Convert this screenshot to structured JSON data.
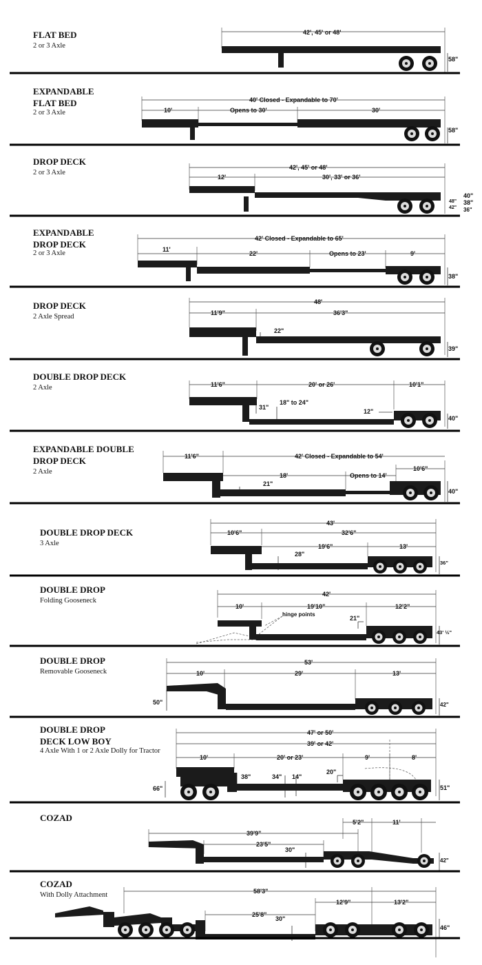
{
  "trailers": [
    {
      "title": "FLAT BED",
      "subtitle": "2 or 3 Axle",
      "dims": [
        "42', 45' or 48'",
        "58\""
      ]
    },
    {
      "title": "EXPANDABLE\nFLAT BED",
      "subtitle": "2 or 3 Axle",
      "dims": [
        "40' Closed - Expandable to 70'",
        "10'",
        "Opens to 30'",
        "30'",
        "58\""
      ]
    },
    {
      "title": "DROP DECK",
      "subtitle": "2 or 3 Axle",
      "dims": [
        "42', 45' or 48'",
        "12'",
        "30', 33' or 36'",
        "40\"",
        "38\"",
        "36\"",
        "48\"",
        "42\""
      ]
    },
    {
      "title": "EXPANDABLE\nDROP DECK",
      "subtitle": "2 or 3 Axle",
      "dims": [
        "42' Closed - Expandable to 65'",
        "11'",
        "22'",
        "Opens to 23'",
        "9'",
        "38\""
      ]
    },
    {
      "title": "DROP DECK",
      "subtitle": "2 Axle Spread",
      "dims": [
        "48'",
        "11'9\"",
        "36'3\"",
        "22\"",
        "39\""
      ]
    },
    {
      "title": "DOUBLE DROP DECK",
      "subtitle": "2 Axle",
      "dims": [
        "11'6\"",
        "20' or 26'",
        "10'1\"",
        "31\"",
        "18\" to 24\"",
        "12\"",
        "40\""
      ]
    },
    {
      "title": "EXPANDABLE DOUBLE\nDROP DECK",
      "subtitle": "2 Axle",
      "dims": [
        "11'6\"",
        "42' Closed - Expandable to 54'",
        "10'6\"",
        "18'",
        "Opens to 14'",
        "21\"",
        "40\""
      ]
    },
    {
      "title": "DOUBLE DROP DECK",
      "subtitle": "3 Axle",
      "dims": [
        "43'",
        "10'6\"",
        "32'6\"",
        "19'6\"",
        "13'",
        "28\"",
        "36\""
      ]
    },
    {
      "title": "DOUBLE DROP",
      "subtitle": "Folding Gooseneck",
      "dims": [
        "42'",
        "10'",
        "19'10\"",
        "12'2\"",
        "hinge points",
        "21\"",
        "43' ½\""
      ]
    },
    {
      "title": "DOUBLE DROP",
      "subtitle": "Removable Gooseneck",
      "dims": [
        "53'",
        "10'",
        "29'",
        "13'",
        "50\"",
        "42\""
      ]
    },
    {
      "title": "DOUBLE DROP\nDECK LOW BOY",
      "subtitle": "4 Axle With 1 or 2 Axle Dolly for Tractor",
      "dims": [
        "47' or 50'",
        "39' or 42'",
        "10'",
        "20' or 23'",
        "9'",
        "8'",
        "38\"",
        "34\"",
        "14\"",
        "20\"",
        "66\"",
        "51\""
      ]
    },
    {
      "title": "COZAD",
      "subtitle": "",
      "dims": [
        "5'2\"",
        "11'",
        "39'9\"",
        "23'5\"",
        "30\"",
        "42\""
      ]
    },
    {
      "title": "COZAD",
      "subtitle": "With Dolly Attachment",
      "dims": [
        "58'3\"",
        "12'9\"",
        "13'2\"",
        "25'8\"",
        "30\"",
        "46\""
      ]
    }
  ],
  "colors": {
    "ink": "#111111",
    "rule": "#000000",
    "dimension_line": "#333333",
    "wheel_hub": "#dddddd"
  }
}
